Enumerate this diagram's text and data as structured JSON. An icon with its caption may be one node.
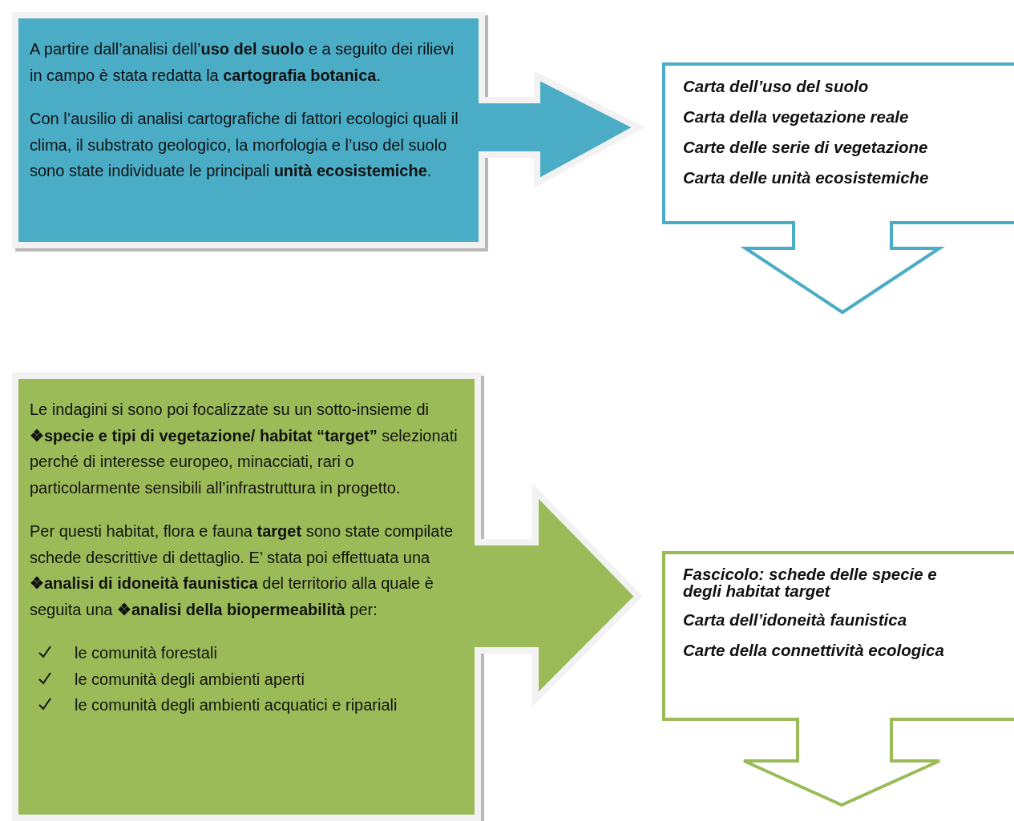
{
  "diagram": {
    "nodes": [
      {
        "text": [
          "A partire dall’analisi dell’**uso del suolo** e a seguito dei rilievi in campo è stata redatta la **cartografia botanica**.",
          "Con l’ausilio di analisi cartografiche di fattori ecologici quali il clima, il substrato geologico, la morfologia e l’uso del suolo sono state individuate le principali **unità ecosistemiche**."
        ]
      },
      {
        "text": [
          "Carta dell’uso del suolo",
          "Carta della vegetazione reale",
          "Carte delle serie di vegetazione",
          "Carta delle unità ecosistemiche"
        ]
      },
      {
        "text": [
          "Le indagini si sono poi focalizzate su un sotto-insieme di **❖specie e tipi di vegetazione/ habitat “target”** selezionati perché di interesse europeo, minacciati, rari o particolarmente sensibili all’infrastruttura in progetto.",
          "Per questi habitat, flora e fauna **target** sono state compilate schede descrittive di dettaglio. E’ stata poi effettuata una **❖analisi di idoneità faunistica** del territorio alla quale è seguita una **❖analisi della biopermeabilità** per:",
          "le comunità forestali",
          "le comunità degli ambienti aperti",
          "le comunità degli ambienti acquatici e ripariali"
        ]
      },
      {
        "text": [
          "Fascicolo: schede delle specie e degli habitat target",
          "Carta dell’idoneità faunistica",
          "Carte della connettività ecologica"
        ]
      }
    ],
    "edges": [
      {
        "from": 0,
        "to": 1,
        "arrow": "to"
      },
      {
        "from": 1,
        "to": null,
        "arrow": "to"
      },
      {
        "from": 2,
        "to": 3,
        "arrow": "to"
      },
      {
        "from": 3,
        "to": null,
        "arrow": "to"
      }
    ]
  }
}
